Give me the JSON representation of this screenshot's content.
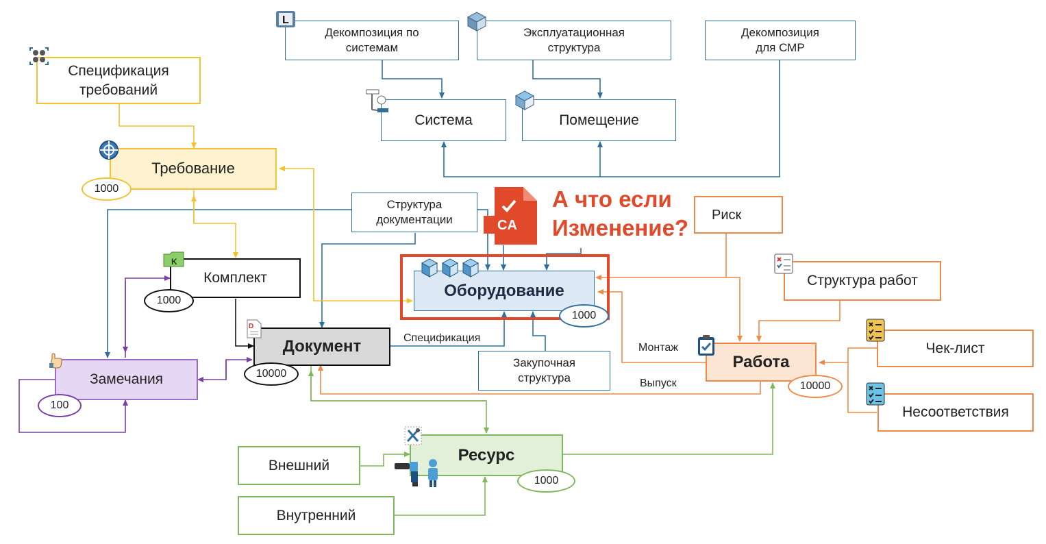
{
  "nodes": {
    "dekompozitsiya_po_sistemam": "Декомпозиция по системам",
    "ekspluatatsionnaya_struktura": "Эксплуатационная структура",
    "dekompozitsiya_smr": "Декомпозиция для СМР",
    "spetsifikatsiya_trebovaniy": "Спецификация требований",
    "sistema": "Система",
    "pomeshchenie": "Помещение",
    "trebovanie": "Требование",
    "struktura_dokumentatsii": "Структура документации",
    "risk": "Риск",
    "komplekt": "Комплект",
    "oborudovanie": "Оборудование",
    "struktura_rabot": "Структура работ",
    "dokument": "Документ",
    "zamechaniya": "Замечания",
    "zakupochnaya_struktura": "Закупочная структура",
    "rabota": "Работа",
    "chek_list": "Чек-лист",
    "nesootvetstviya": "Несоответствия",
    "vneshniy": "Внешний",
    "resurs": "Ресурс",
    "vnutrenniy": "Внутренний"
  },
  "badges": {
    "trebovanie": "1000",
    "komplekt": "1000",
    "oborudovanie": "1000",
    "dokument": "10000",
    "zamechaniya": "100",
    "rabota": "10000",
    "resurs": "1000"
  },
  "edge_labels": {
    "spetsifikatsiya": "Спецификация",
    "montazh": "Монтаж",
    "vypusk": "Выпуск"
  },
  "callout": {
    "line1": "А что если",
    "line2": "Изменение?",
    "doc_badge": "CA"
  },
  "colors": {
    "blue": "#2e6f9e",
    "yellow": "#f2c230",
    "orange": "#ee8a45",
    "green": "#7fb85a",
    "purple": "#7a3fa5",
    "black": "#111111",
    "red": "#e0492a"
  },
  "icons": [
    "l-block-icon",
    "building-icon",
    "grid-dots-icon",
    "crosshair-icon",
    "valve-icon",
    "room-icon",
    "red-document-icon",
    "cubes-icon",
    "folder-k-icon",
    "document-icon",
    "hand-icon",
    "checklist-icon",
    "clipboard-icon",
    "checklist-yellow-icon",
    "checklist-blue-icon",
    "tools-icon",
    "worker-icon"
  ]
}
